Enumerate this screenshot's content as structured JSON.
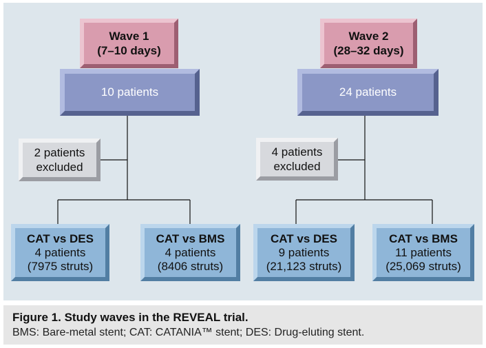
{
  "waves": [
    {
      "wave_label": "Wave 1",
      "duration": "(7–10 days)",
      "patients": "10 patients",
      "excluded": [
        "2 patients",
        "excluded"
      ],
      "arms": [
        {
          "title": "CAT vs DES",
          "patients": "4 patients",
          "struts": "(7975 struts)"
        },
        {
          "title": "CAT vs BMS",
          "patients": "4 patients",
          "struts": "(8406 struts)"
        }
      ]
    },
    {
      "wave_label": "Wave 2",
      "duration": "(28–32 days)",
      "patients": "24 patients",
      "excluded": [
        "4 patients",
        "excluded"
      ],
      "arms": [
        {
          "title": "CAT vs DES",
          "patients": "9 patients",
          "struts": "(21,123 struts)"
        },
        {
          "title": "CAT vs BMS",
          "patients": "11 patients",
          "struts": "(25,069 struts)"
        }
      ]
    }
  ],
  "caption": {
    "title": "Figure 1. Study waves in the REVEAL trial.",
    "note": "BMS: Bare-metal stent; CAT: CATANIA™ stent; DES: Drug-eluting stent."
  },
  "colors": {
    "wave_box": "#d99cae",
    "patient_box": "#8b97c6",
    "excluded_box": "#d7d9dd",
    "arm_box": "#8fb6d8",
    "panel_background": "#dde6ec"
  }
}
